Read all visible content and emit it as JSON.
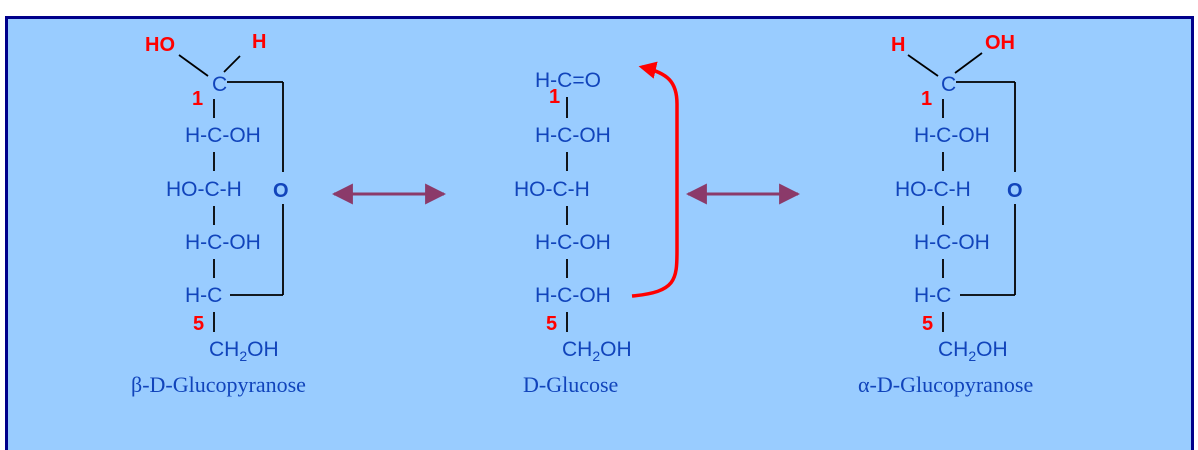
{
  "colors": {
    "panel_bg": "#99ccff",
    "border": "#00008b",
    "text": "#1144bb",
    "highlight": "#ff0000",
    "arrow": "#8b3a6a"
  },
  "beta": {
    "caption": "β-D-Glucopyranose",
    "oh_left": "HO",
    "h_right": "H",
    "c1": "C",
    "num1": "1",
    "row2": "H-C-OH",
    "row3": "HO-C-H",
    "ring_o": "O",
    "row4": "H-C-OH",
    "row5": "H-C",
    "num5": "5",
    "ch2oh_a": "CH",
    "ch2oh_sub": "2",
    "ch2oh_b": "OH"
  },
  "glucose": {
    "caption": "D-Glucose",
    "row1": "H-C=O",
    "num1": "1",
    "row2": "H-C-OH",
    "row3": "HO-C-H",
    "row4": "H-C-OH",
    "row5": "H-C-OH",
    "num5": "5",
    "ch2oh_a": "CH",
    "ch2oh_sub": "2",
    "ch2oh_b": "OH"
  },
  "alpha": {
    "caption": "α-D-Glucopyranose",
    "h_left": "H",
    "oh_right": "OH",
    "c1": "C",
    "num1": "1",
    "row2": "H-C-OH",
    "row3": "HO-C-H",
    "ring_o": "O",
    "row4": "H-C-OH",
    "row5": "H-C",
    "num5": "5",
    "ch2oh_a": "CH",
    "ch2oh_sub": "2",
    "ch2oh_b": "OH"
  }
}
